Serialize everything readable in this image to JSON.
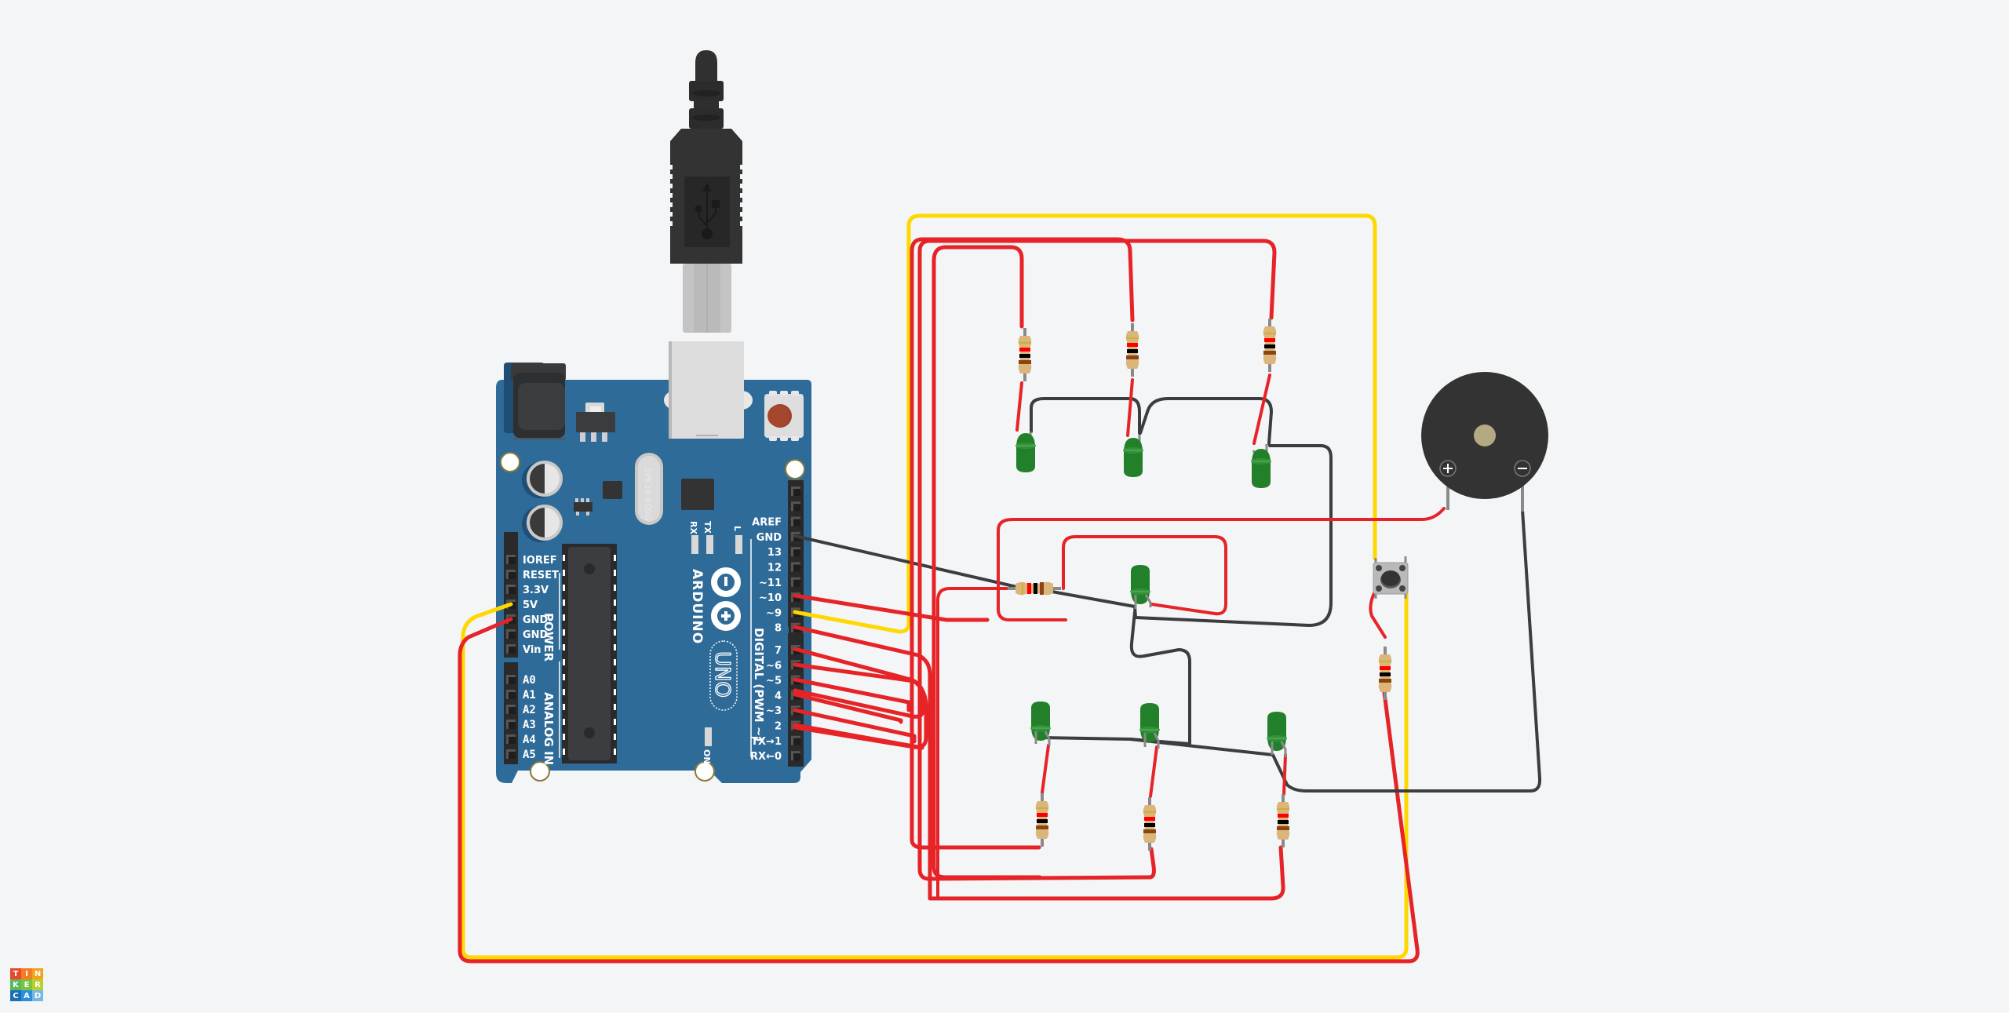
{
  "app": {
    "name": "Tinkercad Circuits"
  },
  "logo": {
    "letters": [
      "T",
      "I",
      "N",
      "K",
      "E",
      "R",
      "C",
      "A",
      "D"
    ],
    "colors": [
      "#e8482f",
      "#f47d20",
      "#f4a11d",
      "#5cb85c",
      "#7dc242",
      "#b8cf2d",
      "#1b6fb5",
      "#2a8fd6",
      "#75b9e4"
    ]
  },
  "colors": {
    "background": "#f3f5f7",
    "board": "#2f6b98",
    "wire_red": "#e62428",
    "wire_yellow": "#ffd800",
    "wire_black": "#3b3d40",
    "led_green": "#23802a",
    "buzzer": "#333333"
  },
  "arduino": {
    "brand": "ARDUINO",
    "model": "UNO",
    "crystal": "SPK16.000G",
    "leds": {
      "rx": "RX",
      "tx": "TX",
      "l": "L",
      "on": "ON"
    },
    "power_header": {
      "title": "POWER",
      "pins": [
        "IOREF",
        "RESET",
        "3.3V",
        "5V",
        "GND",
        "GND",
        "Vin"
      ]
    },
    "analog_header": {
      "title": "ANALOG IN",
      "pins": [
        "A0",
        "A1",
        "A2",
        "A3",
        "A4",
        "A5"
      ]
    },
    "digital_header": {
      "title": "DIGITAL (PWM ~)",
      "pins_top": [
        "AREF",
        "GND",
        "13",
        "12",
        "~11",
        "~10",
        "~9",
        "8"
      ],
      "pins_bottom": [
        "7",
        "~6",
        "~5",
        "4",
        "~3",
        "2",
        "TX→1",
        "RX←0"
      ]
    }
  },
  "components": {
    "leds": [
      {
        "id": "led-1",
        "color": "green"
      },
      {
        "id": "led-2",
        "color": "green"
      },
      {
        "id": "led-3",
        "color": "green"
      },
      {
        "id": "led-4",
        "color": "green"
      },
      {
        "id": "led-5",
        "color": "green"
      },
      {
        "id": "led-6",
        "color": "green"
      },
      {
        "id": "led-7",
        "color": "green"
      }
    ],
    "resistors": [
      {
        "id": "r1",
        "bands": [
          "red",
          "black",
          "brown",
          "gold"
        ]
      },
      {
        "id": "r2",
        "bands": [
          "red",
          "black",
          "brown",
          "gold"
        ]
      },
      {
        "id": "r3",
        "bands": [
          "red",
          "black",
          "brown",
          "gold"
        ]
      },
      {
        "id": "r4",
        "bands": [
          "red",
          "black",
          "brown",
          "gold"
        ]
      },
      {
        "id": "r5",
        "bands": [
          "red",
          "black",
          "brown",
          "gold"
        ]
      },
      {
        "id": "r6",
        "bands": [
          "red",
          "black",
          "brown",
          "gold"
        ]
      },
      {
        "id": "r7",
        "bands": [
          "red",
          "black",
          "brown",
          "gold"
        ]
      },
      {
        "id": "r8",
        "bands": [
          "red",
          "black",
          "brown",
          "gold"
        ]
      }
    ],
    "buzzer": {
      "plus": "+",
      "minus": "−"
    },
    "pushbutton": {
      "id": "btn-1"
    }
  }
}
